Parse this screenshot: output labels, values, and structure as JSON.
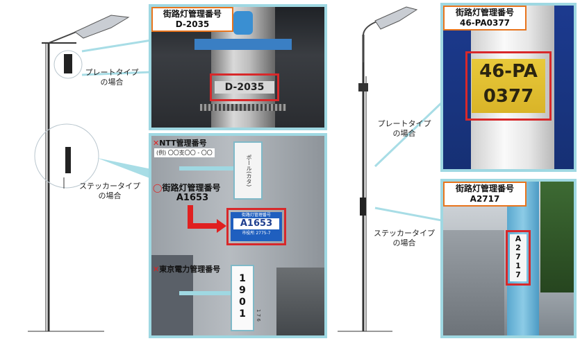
{
  "left": {
    "plate_caption": "プレートタイプ\nの場合",
    "sticker_caption": "ステッカータイプ\nの場合",
    "plate_photo": {
      "label_title": "街路灯管理番号",
      "label_number": "D-2035",
      "tag_text": "D-2035"
    },
    "sticker_photo": {
      "ntt_mark": "✕",
      "ntt_title": "NTT管理番号",
      "ntt_sub": "(例) 〇〇支〇〇 - 〇〇",
      "ntt_tag": "ポール(カタ)",
      "street_mark": "◯",
      "street_title": "街路灯管理番号",
      "street_number": "A1653",
      "sticker_top": "街路灯管理番号",
      "sticker_number": "A1653",
      "sticker_bottom": "市役所 2775-7",
      "tepco_mark": "✕",
      "tepco_title": "東京電力管理番号",
      "tepco_tag": "1\n9\n0\n1",
      "tepco_tag_side": "1 7 6"
    }
  },
  "right": {
    "plate_caption": "プレートタイプ\nの場合",
    "sticker_caption": "ステッカータイプ\nの場合",
    "plate_photo": {
      "label_title": "街路灯管理番号",
      "label_number": "46-PA0377",
      "tag_line1": "46-PA",
      "tag_line2": "0377"
    },
    "sticker_photo": {
      "label_title": "街路灯管理番号",
      "label_number": "A2717",
      "sticker_text": "A\n2\n7\n1\n7"
    }
  },
  "colors": {
    "frame": "#9fd8e2",
    "label_border": "#e8741c",
    "highlight": "#d8282a",
    "pole": "#333333"
  }
}
